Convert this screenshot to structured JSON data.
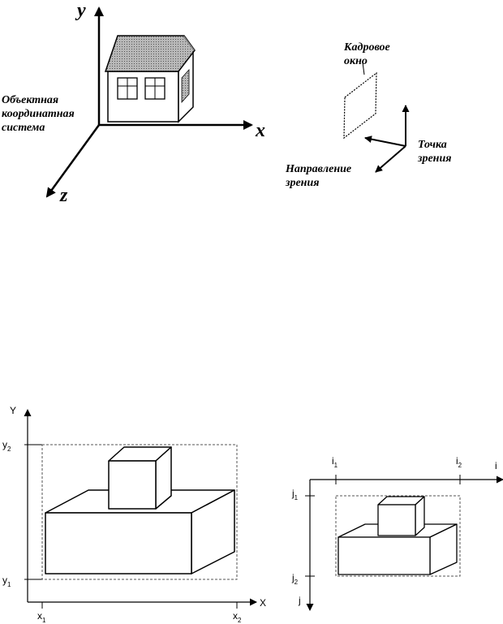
{
  "figure_top": {
    "axis_labels": {
      "y": "y",
      "x": "x",
      "z": "z"
    },
    "object_system_label": [
      "Объектная",
      "координатная",
      "система"
    ],
    "frame_window_label": [
      "Кадровое",
      "окно"
    ],
    "viewpoint_label": [
      "Точка",
      "зрения"
    ],
    "view_direction_label": [
      "Направление",
      "зрения"
    ]
  },
  "figure_bottom_left": {
    "axis_labels": {
      "y": "Y",
      "x": "X"
    },
    "ticks": {
      "y2": "y",
      "y2_sub": "2",
      "y1": "y",
      "y1_sub": "1",
      "x1": "x",
      "x1_sub": "1",
      "x2": "x",
      "x2_sub": "2"
    }
  },
  "figure_bottom_right": {
    "axis_labels": {
      "i": "i",
      "j": "j"
    },
    "ticks": {
      "i1": "i",
      "i1_sub": "1",
      "i2": "i",
      "i2_sub": "2",
      "j1": "j",
      "j1_sub": "1",
      "j2": "j",
      "j2_sub": "2"
    }
  }
}
